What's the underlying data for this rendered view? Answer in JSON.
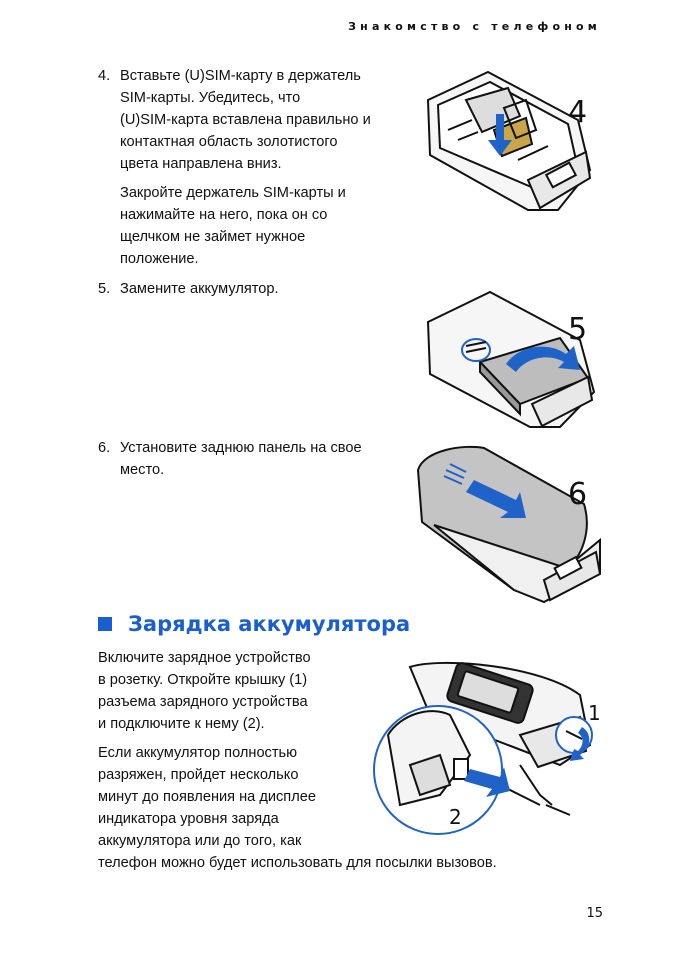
{
  "header": {
    "running_title": "Знакомство с телефоном"
  },
  "steps": [
    {
      "number": "4.",
      "paragraph1": [
        "Вставьте (U)SIM-карту в держатель",
        "SIM-карты. Убедитесь, что",
        "(U)SIM-карта вставлена правильно и",
        "контактная область золотистого",
        "цвета направлена вниз."
      ],
      "paragraph2": [
        "Закройте держатель SIM-карты и",
        "нажимайте на него, пока он со",
        "щелчком не займет нужное",
        "положение."
      ],
      "figure_label": "4"
    },
    {
      "number": "5.",
      "paragraph1": [
        "Замените аккумулятор."
      ],
      "figure_label": "5"
    },
    {
      "number": "6.",
      "paragraph1": [
        "Установите заднюю панель на свое",
        "место."
      ],
      "figure_label": "6"
    }
  ],
  "section": {
    "title": "Зарядка аккумулятора",
    "paragraph1": [
      "Включите зарядное устройство",
      "в розетку. Откройте крышку (1)",
      "разъема зарядного устройства",
      "и подключите к нему (2)."
    ],
    "paragraph2": [
      "Если аккумулятор полностью",
      "разряжен, пройдет несколько",
      "минут до появления на дисплее",
      "индикатора уровня заряда",
      "аккумулятора или до того, как",
      "телефон можно будет использовать для посылки вызовов."
    ],
    "figure_labels": [
      "1",
      "2"
    ]
  },
  "footer": {
    "page_number": "15"
  },
  "colors": {
    "accent": "#1a5fd0",
    "arrow_blue": "#1f63c8"
  }
}
